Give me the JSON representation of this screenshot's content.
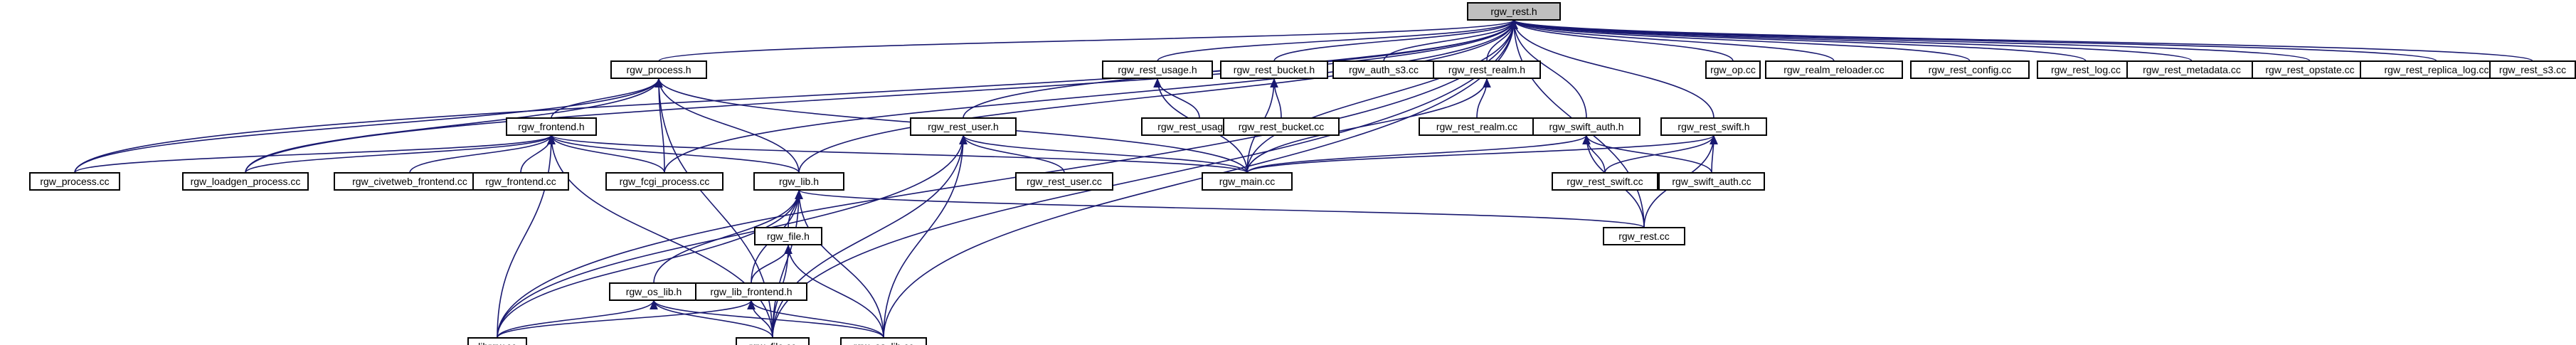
{
  "graph": {
    "root": "rgw_rest.h",
    "nodes": [
      {
        "id": "n0",
        "label": "rgw_rest.h",
        "root": true
      },
      {
        "id": "n1",
        "label": "rgw_process.h"
      },
      {
        "id": "n2",
        "label": "rgw_rest_usage.h"
      },
      {
        "id": "n3",
        "label": "rgw_rest_bucket.h"
      },
      {
        "id": "n4",
        "label": "rgw_auth_s3.cc"
      },
      {
        "id": "n5",
        "label": "rgw_rest_realm.h"
      },
      {
        "id": "n6",
        "label": "rgw_op.cc"
      },
      {
        "id": "n7",
        "label": "rgw_realm_reloader.cc"
      },
      {
        "id": "n8",
        "label": "rgw_rest_config.cc"
      },
      {
        "id": "n9",
        "label": "rgw_rest_log.cc"
      },
      {
        "id": "n10",
        "label": "rgw_rest_metadata.cc"
      },
      {
        "id": "n11",
        "label": "rgw_rest_opstate.cc"
      },
      {
        "id": "n12",
        "label": "rgw_rest_replica_log.cc"
      },
      {
        "id": "n13",
        "label": "rgw_rest_s3.cc"
      },
      {
        "id": "n14",
        "label": "rgw_frontend.h"
      },
      {
        "id": "n15",
        "label": "rgw_rest_user.h"
      },
      {
        "id": "n16",
        "label": "rgw_rest_usage.cc"
      },
      {
        "id": "n17",
        "label": "rgw_rest_bucket.cc"
      },
      {
        "id": "n18",
        "label": "rgw_rest_realm.cc"
      },
      {
        "id": "n19",
        "label": "rgw_swift_auth.h"
      },
      {
        "id": "n20",
        "label": "rgw_rest_swift.h"
      },
      {
        "id": "n21",
        "label": "rgw_process.cc"
      },
      {
        "id": "n22",
        "label": "rgw_loadgen_process.cc"
      },
      {
        "id": "n23",
        "label": "rgw_civetweb_frontend.cc"
      },
      {
        "id": "n24",
        "label": "rgw_frontend.cc"
      },
      {
        "id": "n25",
        "label": "rgw_fcgi_process.cc"
      },
      {
        "id": "n26",
        "label": "rgw_lib.h"
      },
      {
        "id": "n27",
        "label": "rgw_rest_user.cc"
      },
      {
        "id": "n28",
        "label": "rgw_main.cc"
      },
      {
        "id": "n29",
        "label": "rgw_rest_swift.cc"
      },
      {
        "id": "n30",
        "label": "rgw_swift_auth.cc"
      },
      {
        "id": "n31",
        "label": "rgw_rest.cc"
      },
      {
        "id": "n32",
        "label": "rgw_file.h"
      },
      {
        "id": "n33",
        "label": "rgw_os_lib.h"
      },
      {
        "id": "n34",
        "label": "rgw_lib_frontend.h"
      },
      {
        "id": "n35",
        "label": "librgw.cc"
      },
      {
        "id": "n36",
        "label": "rgw_file.cc"
      },
      {
        "id": "n37",
        "label": "rgw_os_lib.cc"
      }
    ],
    "edges": [
      [
        "n1",
        "n0"
      ],
      [
        "n2",
        "n0"
      ],
      [
        "n3",
        "n0"
      ],
      [
        "n4",
        "n0"
      ],
      [
        "n5",
        "n0"
      ],
      [
        "n6",
        "n0"
      ],
      [
        "n7",
        "n0"
      ],
      [
        "n8",
        "n0"
      ],
      [
        "n9",
        "n0"
      ],
      [
        "n10",
        "n0"
      ],
      [
        "n11",
        "n0"
      ],
      [
        "n12",
        "n0"
      ],
      [
        "n13",
        "n0"
      ],
      [
        "n15",
        "n0"
      ],
      [
        "n19",
        "n0"
      ],
      [
        "n20",
        "n0"
      ],
      [
        "n26",
        "n0"
      ],
      [
        "n28",
        "n0"
      ],
      [
        "n31",
        "n0"
      ],
      [
        "n35",
        "n0"
      ],
      [
        "n22",
        "n0"
      ],
      [
        "n21",
        "n0"
      ],
      [
        "n25",
        "n0"
      ],
      [
        "n37",
        "n0"
      ],
      [
        "n36",
        "n0"
      ],
      [
        "n14",
        "n1"
      ],
      [
        "n21",
        "n1"
      ],
      [
        "n22",
        "n1"
      ],
      [
        "n25",
        "n1"
      ],
      [
        "n26",
        "n1"
      ],
      [
        "n28",
        "n1"
      ],
      [
        "n36",
        "n1"
      ],
      [
        "n16",
        "n2"
      ],
      [
        "n28",
        "n2"
      ],
      [
        "n17",
        "n3"
      ],
      [
        "n28",
        "n3"
      ],
      [
        "n18",
        "n5"
      ],
      [
        "n28",
        "n5"
      ],
      [
        "n21",
        "n14"
      ],
      [
        "n22",
        "n14"
      ],
      [
        "n23",
        "n14"
      ],
      [
        "n24",
        "n14"
      ],
      [
        "n25",
        "n14"
      ],
      [
        "n26",
        "n14"
      ],
      [
        "n28",
        "n14"
      ],
      [
        "n35",
        "n14"
      ],
      [
        "n36",
        "n14"
      ],
      [
        "n27",
        "n15"
      ],
      [
        "n28",
        "n15"
      ],
      [
        "n35",
        "n15"
      ],
      [
        "n36",
        "n15"
      ],
      [
        "n37",
        "n15"
      ],
      [
        "n28",
        "n19"
      ],
      [
        "n29",
        "n19"
      ],
      [
        "n30",
        "n19"
      ],
      [
        "n31",
        "n19"
      ],
      [
        "n28",
        "n20"
      ],
      [
        "n29",
        "n20"
      ],
      [
        "n30",
        "n20"
      ],
      [
        "n31",
        "n20"
      ],
      [
        "n32",
        "n26"
      ],
      [
        "n33",
        "n26"
      ],
      [
        "n35",
        "n26"
      ],
      [
        "n36",
        "n26"
      ],
      [
        "n37",
        "n26"
      ],
      [
        "n34",
        "n26"
      ],
      [
        "n31",
        "n26"
      ],
      [
        "n34",
        "n32"
      ],
      [
        "n36",
        "n32"
      ],
      [
        "n37",
        "n32"
      ],
      [
        "n35",
        "n33"
      ],
      [
        "n36",
        "n33"
      ],
      [
        "n37",
        "n33"
      ],
      [
        "n35",
        "n34"
      ],
      [
        "n36",
        "n34"
      ],
      [
        "n37",
        "n34"
      ]
    ]
  }
}
